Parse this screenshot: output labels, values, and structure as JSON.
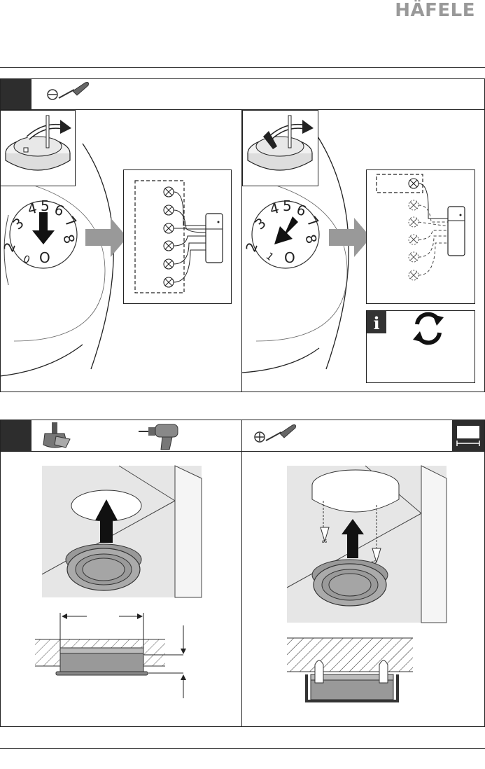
{
  "header": {
    "brand": "HÄFELE"
  },
  "section1": {
    "left_dial": {
      "digits": [
        "2",
        "3",
        "4",
        "5",
        "6",
        "7",
        "8"
      ],
      "zero": "O",
      "pointer": "0"
    },
    "right_dial": {
      "digits": [
        "2",
        "3",
        "4",
        "5",
        "6",
        "7",
        "8"
      ],
      "zero": "O",
      "pointer": "1"
    },
    "info_badge": "i"
  },
  "section2": {
    "screw_label_left": "ø5",
    "screw_label_right": "ø5"
  },
  "colors": {
    "arrow_grey": "#999999",
    "step_dark": "#2d2d2d",
    "scene_grey": "#e6e6e6"
  },
  "icons": [
    "flat-screwdriver-icon",
    "phillips-screwdriver-icon",
    "drill-icon",
    "hole-saw-icon",
    "ruler-box-icon",
    "refresh-icon",
    "info-icon"
  ]
}
